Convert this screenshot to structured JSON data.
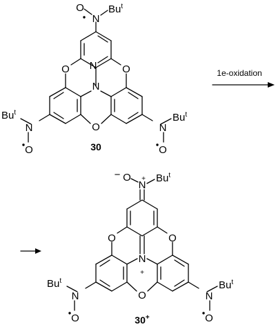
{
  "reaction": {
    "arrow_label": "1e-oxidation",
    "atoms": {
      "oxygen": "O",
      "nitrogen": "N",
      "tbutyl_base": "Bu",
      "tbutyl_sup": "t",
      "plus": "+",
      "minus": "−"
    },
    "reactant": {
      "compound_id": "30"
    },
    "product": {
      "compound_id_base": "30",
      "compound_id_charge": "+"
    }
  }
}
